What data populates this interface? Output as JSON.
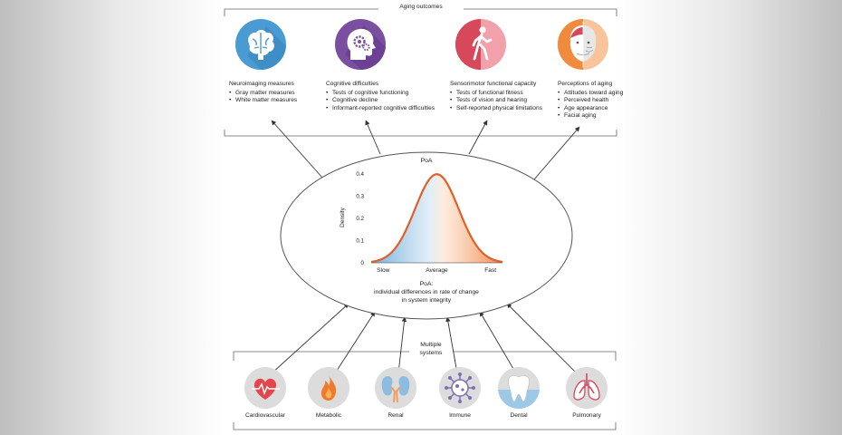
{
  "top_box_title": "Aging outcomes",
  "outcomes": [
    {
      "title": "Neuroimaging measures",
      "items": [
        "Gray matter measures",
        "White matter measures"
      ],
      "icon": "brain-icon",
      "color": "#4a9bd4"
    },
    {
      "title": "Cognitive difficulties",
      "items": [
        "Tests of cognitive functioning",
        "Cognitive decline",
        "Informant-reported cognitive difficulties"
      ],
      "icon": "head-gears-icon",
      "color": "#7b4fa0"
    },
    {
      "title": "Sensorimotor functional capacity",
      "items": [
        "Tests of functional fitness",
        "Tests of vision and hearing",
        "Self-reported physical limitations"
      ],
      "icon": "walking-person-icon",
      "color": "#d6485a"
    },
    {
      "title": "Perceptions of aging",
      "items": [
        "Attitudes toward aging",
        "Perceived health",
        "Age appearance",
        "Facial aging"
      ],
      "icon": "aging-face-icon",
      "color": "#f08a3c"
    }
  ],
  "center": {
    "line1": "PoA:",
    "line2": "individual differences in rate of change",
    "line3": "in system integrity"
  },
  "chart_data": {
    "type": "area",
    "title": "PoA",
    "ylabel": "Density",
    "xlabel": "",
    "x_tick_labels": [
      "Slow",
      "Average",
      "Fast"
    ],
    "y_ticks": [
      0,
      0.1,
      0.2,
      0.3,
      0.4
    ],
    "ylim": [
      0,
      0.4
    ],
    "xlim": [
      -3,
      3
    ],
    "series": [
      {
        "distribution": "standard normal",
        "mean": 0,
        "sd": 1
      }
    ],
    "colors": {
      "slow": "#5aa0d6",
      "fast": "#ef7d3a",
      "curve": "#e0602a"
    }
  },
  "systems_title_line1": "Multiple",
  "systems_title_line2": "systems",
  "systems": [
    {
      "label": "Cardiovascular",
      "icon": "heart-icon"
    },
    {
      "label": "Metabolic",
      "icon": "flame-icon"
    },
    {
      "label": "Renal",
      "icon": "kidneys-icon"
    },
    {
      "label": "Immune",
      "icon": "virus-icon"
    },
    {
      "label": "Dental",
      "icon": "tooth-icon"
    },
    {
      "label": "Pulmonary",
      "icon": "lungs-icon"
    }
  ]
}
